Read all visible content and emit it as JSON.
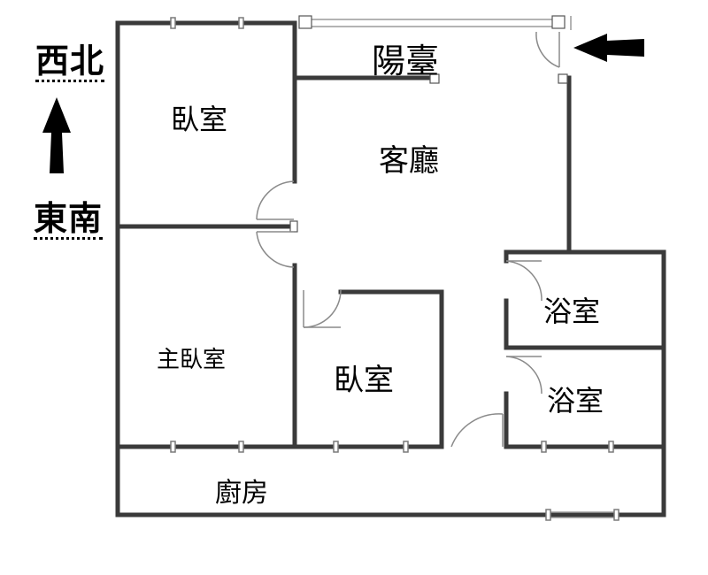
{
  "compass": {
    "top_label": "西北",
    "bottom_label": "東南"
  },
  "rooms": {
    "balcony": "陽臺",
    "living_room": "客廳",
    "bedroom_top": "臥室",
    "master_bedroom": "主臥室",
    "bedroom_middle": "臥室",
    "bathroom_upper": "浴室",
    "bathroom_lower": "浴室",
    "kitchen": "廚房"
  },
  "icons": {
    "north_arrow": "up-arrow-icon",
    "entrance_arrow": "left-arrow-icon"
  },
  "colors": {
    "wall": "#3a3a3a",
    "window_line": "#9a9a9a",
    "text": "#000000"
  }
}
